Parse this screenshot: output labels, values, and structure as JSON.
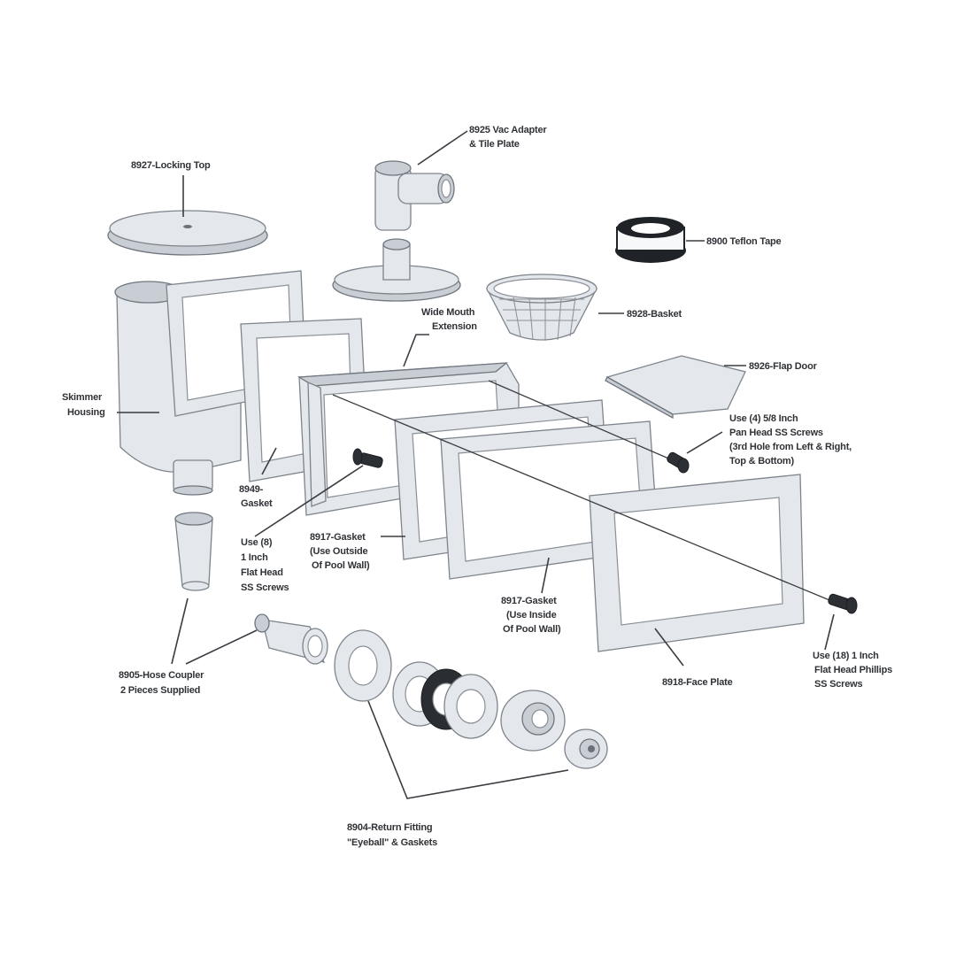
{
  "parts": {
    "locking_top": "8927-Locking Top",
    "vac_adapter": [
      "8925 Vac Adapter",
      "& Tile Plate"
    ],
    "teflon_tape": "8900 Teflon Tape",
    "basket": "8928-Basket",
    "wide_mouth": [
      "Wide Mouth",
      "Extension"
    ],
    "flap_door": "8926-Flap Door",
    "skimmer_housing": [
      "Skimmer",
      "Housing"
    ],
    "screws_top": [
      "Use (4) 5/8 Inch",
      "Pan Head SS Screws",
      "(3rd Hole from Left & Right,",
      "Top & Bottom)"
    ],
    "gasket_small": [
      "8949-",
      "Gasket"
    ],
    "screws_flat": [
      "Use (8)",
      "1 Inch",
      "Flat Head",
      "SS Screws"
    ],
    "gasket_outside": [
      "8917-Gasket",
      "(Use Outside",
      "Of Pool Wall)"
    ],
    "gasket_inside": [
      "8917-Gasket",
      "(Use Inside",
      "Of Pool Wall)"
    ],
    "screws_phillips": [
      "Use (18) 1 Inch",
      "Flat Head Phillips",
      "SS Screws"
    ],
    "hose_coupler": [
      "8905-Hose Coupler",
      "2 Pieces Supplied"
    ],
    "face_plate": "8918-Face Plate",
    "return_fitting": [
      "8904-Return Fitting",
      "\"Eyeball\" & Gaskets"
    ]
  }
}
